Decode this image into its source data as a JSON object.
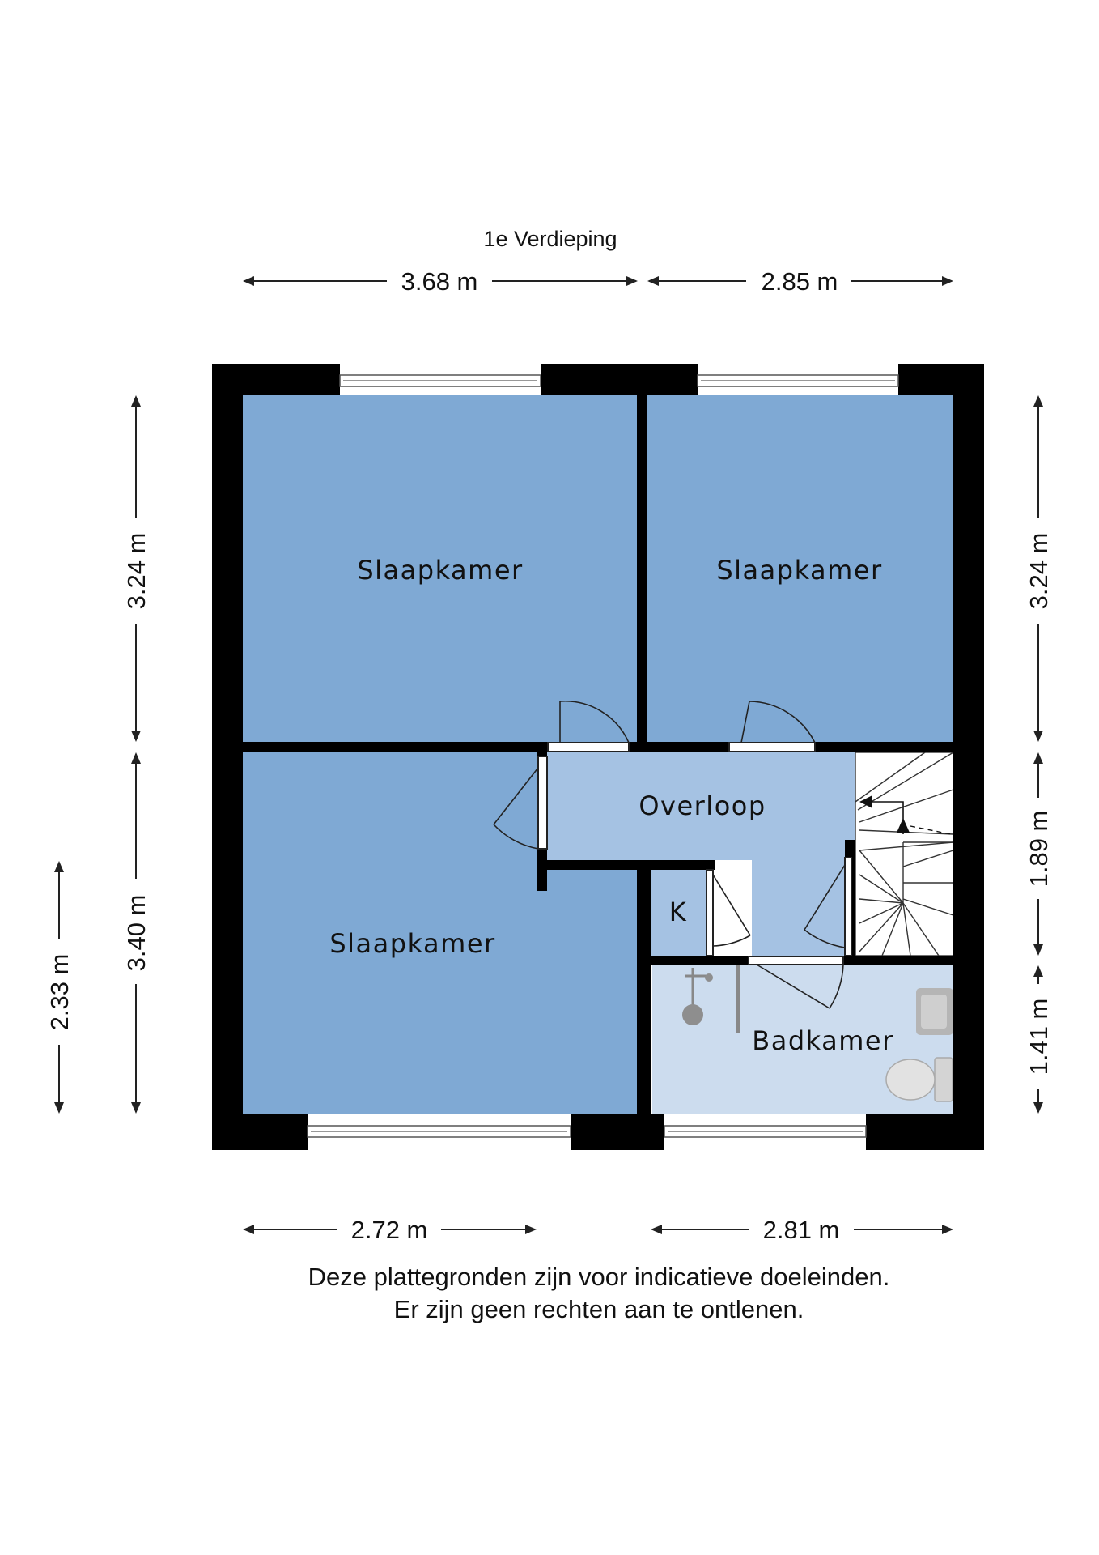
{
  "floor": {
    "title": "1e Verdieping"
  },
  "dimensions": {
    "top_left": "3.68 m",
    "top_right": "2.85 m",
    "bottom_left": "2.72 m",
    "bottom_right": "2.81 m",
    "left_upper": "3.24 m",
    "left_lower": "3.40 m",
    "left_outer": "2.33 m",
    "right_upper": "3.24 m",
    "right_middle": "1.89 m",
    "right_lower": "1.41 m"
  },
  "rooms": {
    "bedroom_top_left": "Slaapkamer",
    "bedroom_top_right": "Slaapkamer",
    "bedroom_bottom_left": "Slaapkamer",
    "landing": "Overloop",
    "closet": "K",
    "bathroom": "Badkamer"
  },
  "colors": {
    "bedroom": "#7FA9D4",
    "landing": "#A5C2E3",
    "closet": "#A5C2E3",
    "bathroom": "#CCDCEE",
    "wall": "#000000"
  },
  "disclaimer": {
    "line1": "Deze plattegronden zijn voor indicatieve doeleinden.",
    "line2": "Er zijn geen rechten aan te ontlenen."
  }
}
